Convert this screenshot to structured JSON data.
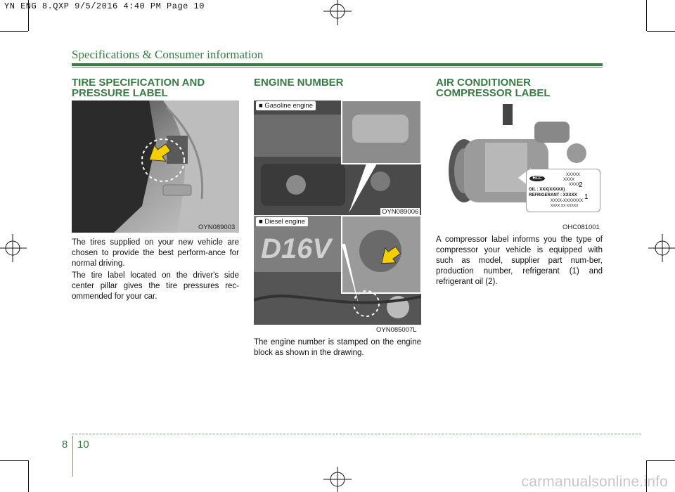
{
  "slug": "YN ENG 8.QXP  9/5/2016  4:40 PM  Page 10",
  "header": {
    "title": "Specifications & Consumer information"
  },
  "sections": {
    "tire": {
      "title_line1": "TIRE SPECIFICATION AND",
      "title_line2": "PRESSURE LABEL",
      "image_code": "OYN089003",
      "para1": "The tires supplied on your new vehicle are chosen to provide the best perform-ance for normal driving.",
      "para2": "The tire label located on the driver's side center pillar gives the tire pressures rec-ommended for your car."
    },
    "engine": {
      "title": "ENGINE NUMBER",
      "gasoline_tag": "■ Gasoline engine",
      "diesel_tag": "■ Diesel engine",
      "image_code_1": "OYN089006",
      "image_code_2": "OYN085007L",
      "engine_text": "D16V",
      "para": "The engine number is stamped on the engine block as shown in the drawing."
    },
    "ac": {
      "title_line1": "AIR CONDITIONER",
      "title_line2": "COMPRESSOR LABEL",
      "image_code": "OHC081001",
      "label_brand": "HCC",
      "label_lines": [
        "XXXXX",
        "XXXX",
        "XXXX",
        "OIL : XXX(XXXXX)",
        "REFRIGERANT : XXXXX",
        "XXXX-XXXXXXX",
        "XXXX XX XXXXX"
      ],
      "callout_1": "1",
      "callout_2": "2",
      "para": "A compressor label informs you the type of compressor your vehicle is equipped with such as model, supplier part num-ber, production number, refrigerant (1) and refrigerant oil (2)."
    }
  },
  "footer": {
    "chapter": "8",
    "page": "10"
  },
  "watermark": "carmanualsonline.info"
}
